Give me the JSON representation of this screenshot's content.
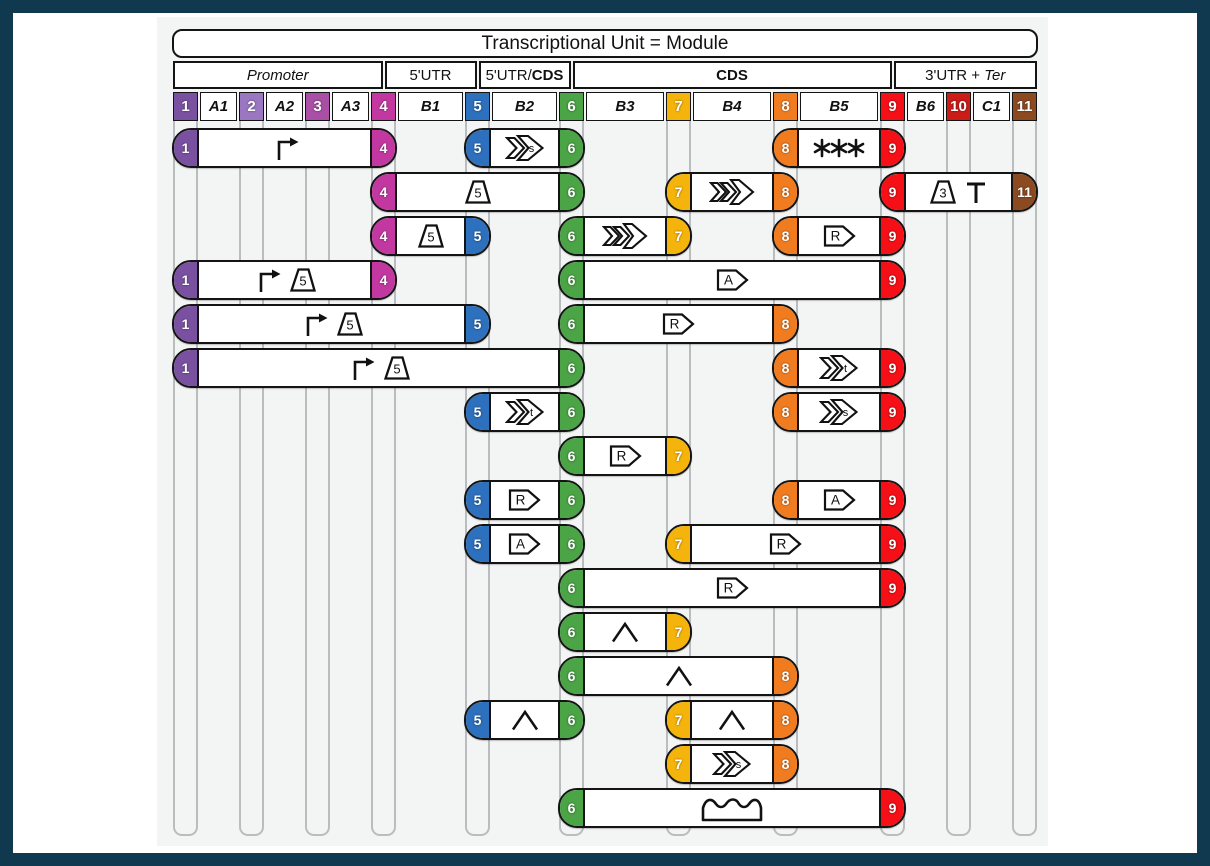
{
  "title": "Transcriptional Unit = Module",
  "colors": {
    "frame": "#10384e",
    "panel_bg": "#f3f4f4",
    "pill_border": "#141414",
    "track_border": "#babdc0",
    "sites": {
      "1": "#7a51a1",
      "2": "#9a77c0",
      "3": "#a94fa5",
      "4": "#c238a0",
      "5": "#2d70bd",
      "6": "#4ba445",
      "7": "#f5b40b",
      "8": "#f17c20",
      "9": "#f41016",
      "10": "#cb1c18",
      "11": "#8c4a21"
    }
  },
  "sections": [
    {
      "name": "promoter",
      "from": "start",
      "to": "4",
      "segments": [
        {
          "text": "Promoter",
          "italic": true
        }
      ]
    },
    {
      "name": "5utr",
      "from": "4",
      "to": "5",
      "segments": [
        {
          "text": "5'UTR"
        }
      ]
    },
    {
      "name": "5utr-cds",
      "from": "5",
      "to": "6",
      "segments": [
        {
          "text": "5'UTR/"
        },
        {
          "text": "CDS",
          "bold": true
        }
      ]
    },
    {
      "name": "cds",
      "from": "6",
      "to": "9",
      "segments": [
        {
          "text": "CDS",
          "bold": true
        }
      ]
    },
    {
      "name": "3utr-ter",
      "from": "9",
      "to": "end",
      "segments": [
        {
          "text": "3'UTR + "
        },
        {
          "text": "Ter",
          "italic": true
        }
      ]
    }
  ],
  "columns": [
    {
      "id": "1",
      "kind": "site",
      "label": "1",
      "width": 27
    },
    {
      "id": "A1",
      "kind": "slot",
      "label": "A1",
      "width": 39
    },
    {
      "id": "2",
      "kind": "site",
      "label": "2",
      "width": 27
    },
    {
      "id": "A2",
      "kind": "slot",
      "label": "A2",
      "width": 39
    },
    {
      "id": "3",
      "kind": "site",
      "label": "3",
      "width": 27
    },
    {
      "id": "A3",
      "kind": "slot",
      "label": "A3",
      "width": 39
    },
    {
      "id": "4",
      "kind": "site",
      "label": "4",
      "width": 27
    },
    {
      "id": "B1",
      "kind": "slot",
      "label": "B1",
      "width": 67
    },
    {
      "id": "5",
      "kind": "site",
      "label": "5",
      "width": 27
    },
    {
      "id": "B2",
      "kind": "slot",
      "label": "B2",
      "width": 67
    },
    {
      "id": "6",
      "kind": "site",
      "label": "6",
      "width": 27
    },
    {
      "id": "B3",
      "kind": "slot",
      "label": "B3",
      "width": 80
    },
    {
      "id": "7",
      "kind": "site",
      "label": "7",
      "width": 27
    },
    {
      "id": "B4",
      "kind": "slot",
      "label": "B4",
      "width": 80
    },
    {
      "id": "8",
      "kind": "site",
      "label": "8",
      "width": 27
    },
    {
      "id": "B5",
      "kind": "slot",
      "label": "B5",
      "width": 80
    },
    {
      "id": "9",
      "kind": "site",
      "label": "9",
      "width": 27
    },
    {
      "id": "B6",
      "kind": "slot",
      "label": "B6",
      "width": 39
    },
    {
      "id": "10",
      "kind": "site",
      "label": "10",
      "width": 27
    },
    {
      "id": "C1",
      "kind": "slot",
      "label": "C1",
      "width": 39
    },
    {
      "id": "11",
      "kind": "site",
      "label": "11",
      "width": 27
    }
  ],
  "glyph_labels": {
    "utr5": "5",
    "utr3": "3",
    "tag-r": "R",
    "tag-a": "A",
    "chevron-s": "s",
    "chevron-t": "t"
  },
  "rows": [
    [
      {
        "from": "1",
        "to": "4",
        "glyphs": [
          "promoter"
        ]
      },
      {
        "from": "5",
        "to": "6",
        "glyphs": [
          "chevron-s"
        ]
      },
      {
        "from": "8",
        "to": "9",
        "glyphs": [
          "stars"
        ]
      }
    ],
    [
      {
        "from": "4",
        "to": "6",
        "glyphs": [
          "utr5"
        ]
      },
      {
        "from": "7",
        "to": "8",
        "glyphs": [
          "cds"
        ]
      },
      {
        "from": "9",
        "to": "11",
        "glyphs": [
          "utr3",
          "terminator"
        ]
      }
    ],
    [
      {
        "from": "4",
        "to": "5",
        "glyphs": [
          "utr5"
        ]
      },
      {
        "from": "6",
        "to": "7",
        "glyphs": [
          "cds"
        ]
      },
      {
        "from": "8",
        "to": "9",
        "glyphs": [
          "tag-r"
        ]
      }
    ],
    [
      {
        "from": "1",
        "to": "4",
        "glyphs": [
          "promoter",
          "utr5"
        ]
      },
      {
        "from": "6",
        "to": "9",
        "glyphs": [
          "tag-a"
        ]
      }
    ],
    [
      {
        "from": "1",
        "to": "5",
        "glyphs": [
          "promoter",
          "utr5"
        ]
      },
      {
        "from": "6",
        "to": "8",
        "glyphs": [
          "tag-r"
        ]
      }
    ],
    [
      {
        "from": "1",
        "to": "6",
        "glyphs": [
          "promoter",
          "utr5"
        ]
      },
      {
        "from": "8",
        "to": "9",
        "glyphs": [
          "chevron-t"
        ]
      }
    ],
    [
      {
        "from": "5",
        "to": "6",
        "glyphs": [
          "chevron-t"
        ]
      },
      {
        "from": "8",
        "to": "9",
        "glyphs": [
          "chevron-s"
        ]
      }
    ],
    [
      {
        "from": "6",
        "to": "7",
        "glyphs": [
          "tag-r"
        ]
      }
    ],
    [
      {
        "from": "5",
        "to": "6",
        "glyphs": [
          "tag-r"
        ]
      },
      {
        "from": "8",
        "to": "9",
        "glyphs": [
          "tag-a"
        ]
      }
    ],
    [
      {
        "from": "5",
        "to": "6",
        "glyphs": [
          "tag-a"
        ]
      },
      {
        "from": "7",
        "to": "9",
        "glyphs": [
          "tag-r"
        ]
      }
    ],
    [
      {
        "from": "6",
        "to": "9",
        "glyphs": [
          "tag-r"
        ]
      }
    ],
    [
      {
        "from": "6",
        "to": "7",
        "glyphs": [
          "caret"
        ]
      }
    ],
    [
      {
        "from": "6",
        "to": "8",
        "glyphs": [
          "caret"
        ]
      }
    ],
    [
      {
        "from": "5",
        "to": "6",
        "glyphs": [
          "caret"
        ]
      },
      {
        "from": "7",
        "to": "8",
        "glyphs": [
          "caret"
        ]
      }
    ],
    [
      {
        "from": "7",
        "to": "8",
        "glyphs": [
          "chevron-s"
        ]
      }
    ],
    [
      {
        "from": "6",
        "to": "9",
        "glyphs": [
          "wave"
        ]
      }
    ]
  ]
}
